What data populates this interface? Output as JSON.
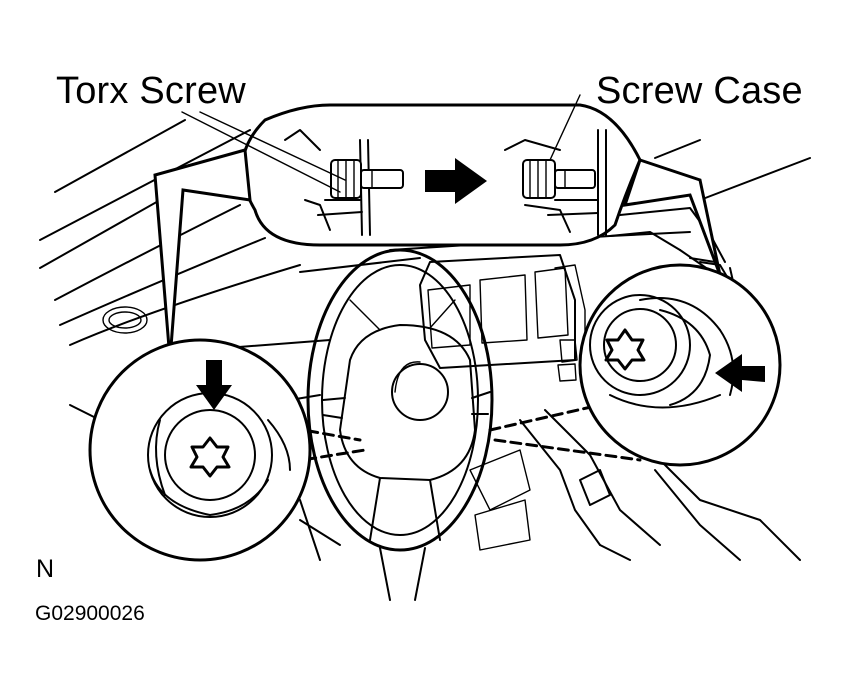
{
  "labels": {
    "torx_screw": "Torx Screw",
    "screw_case": "Screw Case",
    "view_marker": "N",
    "figure_id": "G02900026"
  }
}
